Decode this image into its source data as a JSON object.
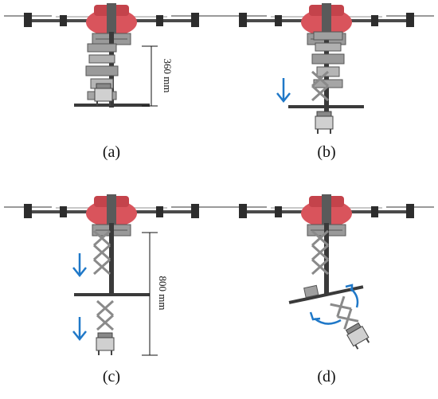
{
  "panels": [
    {
      "id": "a",
      "label": "(a)",
      "dimension": "360 mm"
    },
    {
      "id": "b",
      "label": "(b)"
    },
    {
      "id": "c",
      "label": "(c)",
      "dimension": "800 mm"
    },
    {
      "id": "d",
      "label": "(d)"
    }
  ],
  "colors": {
    "arrow": "#1f78c8",
    "body": "#d9545c",
    "frame": "#3a3a3a",
    "metal": "#8a8a8a",
    "propeller": "#9a9a9a"
  }
}
